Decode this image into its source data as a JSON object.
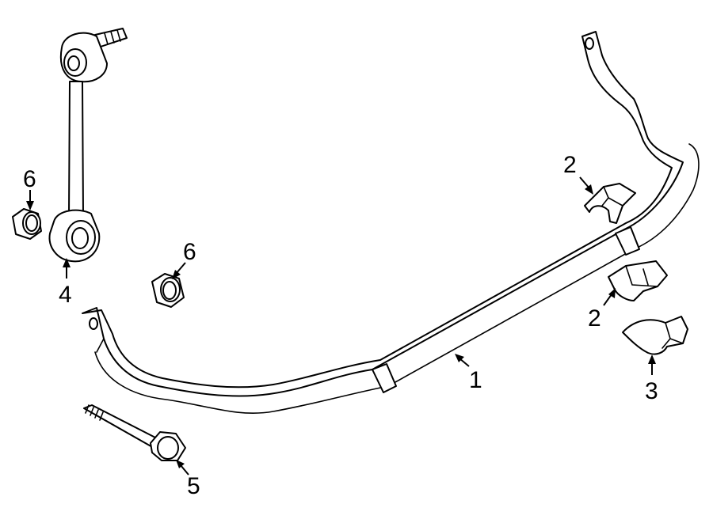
{
  "callouts": [
    {
      "id": "c1",
      "label": "1"
    },
    {
      "id": "c2a",
      "label": "2"
    },
    {
      "id": "c2b",
      "label": "2"
    },
    {
      "id": "c3",
      "label": "3"
    },
    {
      "id": "c4",
      "label": "4"
    },
    {
      "id": "c5",
      "label": "5"
    },
    {
      "id": "c6a",
      "label": "6"
    },
    {
      "id": "c6b",
      "label": "6"
    }
  ],
  "colors": {
    "line": "#000000",
    "background": "#ffffff"
  }
}
